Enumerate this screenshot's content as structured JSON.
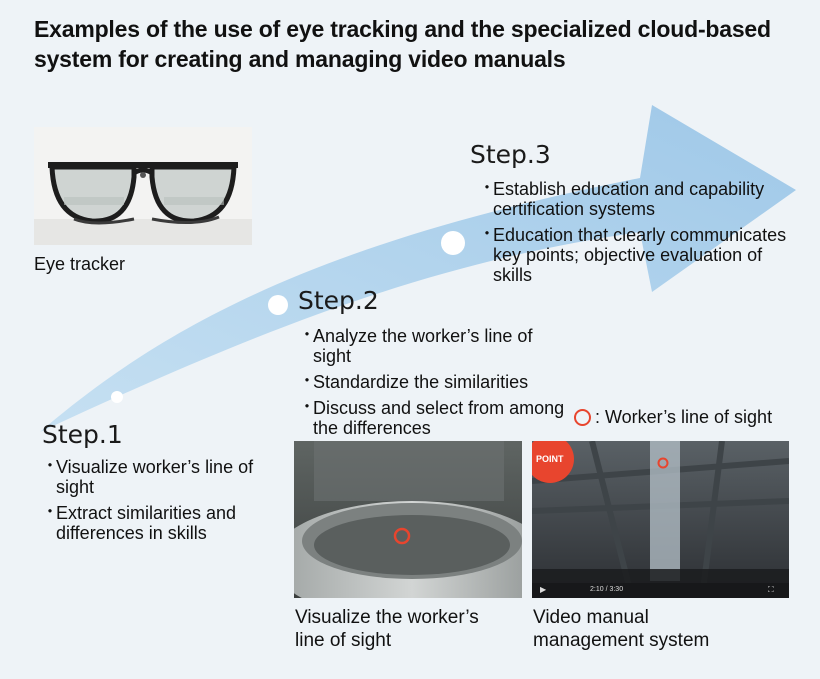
{
  "title": "Examples of the use of eye tracking and the specialized cloud-based system for creating and managing video manuals",
  "eye_tracker": {
    "caption": "Eye tracker"
  },
  "steps": [
    {
      "title": "Step.1",
      "items": [
        "Visualize worker’s line of sight",
        "Extract similarities and differences in skills"
      ]
    },
    {
      "title": "Step.2",
      "items": [
        "Analyze the worker’s line of sight",
        "Standardize the similarities",
        "Discuss and select from among the differences"
      ]
    },
    {
      "title": "Step.3",
      "items": [
        "Establish education and capability certification systems",
        "Education that clearly communicates key points; objective evaluation of skills"
      ]
    }
  ],
  "legend": {
    "text": ": Worker’s line of sight",
    "color": "#e8452e"
  },
  "photos": {
    "visualize": {
      "caption_line1": "Visualize the worker’s",
      "caption_line2": "line of sight"
    },
    "manual": {
      "caption_line1": "Video manual",
      "caption_line2": "management system",
      "badge": "POINT",
      "time": "2:10 / 3:30"
    }
  },
  "colors": {
    "arrow": "#a9cde8",
    "background": "#eef3f7",
    "marker": "#e8452e"
  }
}
